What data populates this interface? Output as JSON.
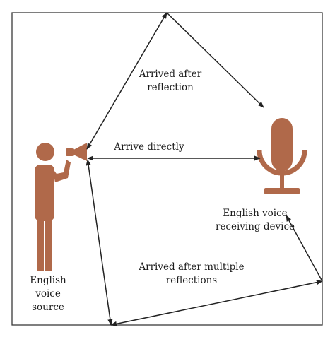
{
  "diagram": {
    "colors": {
      "figure": "#b0694a",
      "line": "#222222",
      "frame": "#3a3a3a"
    },
    "icons": {
      "speaker": "person-with-megaphone-icon",
      "receiver": "microphone-icon"
    },
    "labels": {
      "reflection": [
        "Arrived after",
        "reflection"
      ],
      "direct": "Arrive directly",
      "receiver": [
        "English voice",
        "receiving device"
      ],
      "multiple": [
        "Arrived after multiple",
        "reflections"
      ],
      "source": [
        "English",
        "voice",
        "source"
      ]
    }
  }
}
